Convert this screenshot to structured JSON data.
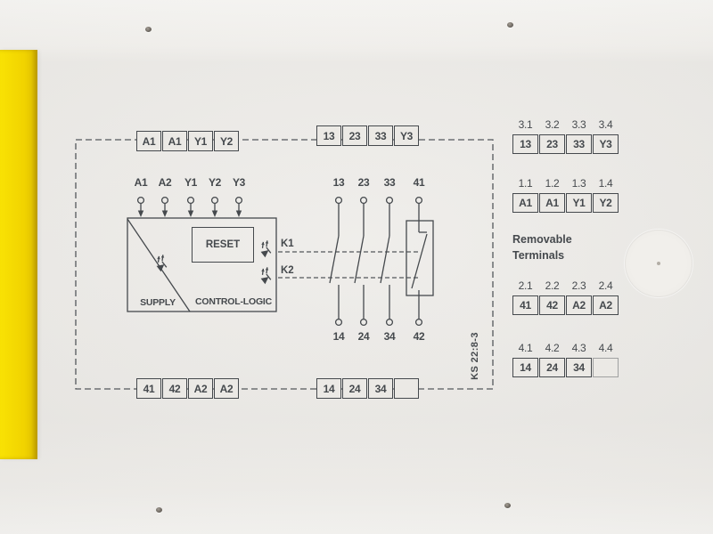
{
  "labels": {
    "supply": "SUPPLY",
    "reset": "RESET",
    "control_logic": "CONTROL-LOGIC",
    "k1": "K1",
    "k2": "K2",
    "model": "KS 22:8-3",
    "removable_line1": "Removable",
    "removable_line2": "Terminals"
  },
  "inputs": [
    "A1",
    "A2",
    "Y1",
    "Y2",
    "Y3"
  ],
  "contacts_top": [
    "13",
    "23",
    "33",
    "41"
  ],
  "contacts_bottom": [
    "14",
    "24",
    "34",
    "42"
  ],
  "blocks": {
    "top_left": [
      "A1",
      "A1",
      "Y1",
      "Y2"
    ],
    "top_middle": [
      "13",
      "23",
      "33",
      "Y3"
    ],
    "bottom_left": [
      "41",
      "42",
      "A2",
      "A2"
    ],
    "bottom_middle": [
      "14",
      "24",
      "34",
      ""
    ]
  },
  "terminal_map": [
    {
      "indices": [
        "3.1",
        "3.2",
        "3.3",
        "3.4"
      ],
      "terminals": [
        "13",
        "23",
        "33",
        "Y3"
      ]
    },
    {
      "indices": [
        "1.1",
        "1.2",
        "1.3",
        "1.4"
      ],
      "terminals": [
        "A1",
        "A1",
        "Y1",
        "Y2"
      ]
    },
    {
      "indices": [
        "2.1",
        "2.2",
        "2.3",
        "2.4"
      ],
      "terminals": [
        "41",
        "42",
        "A2",
        "A2"
      ]
    },
    {
      "indices": [
        "4.1",
        "4.2",
        "4.3",
        "4.4"
      ],
      "terminals": [
        "14",
        "24",
        "34",
        ""
      ]
    }
  ],
  "colors": {
    "housing_yellow": "#f1d300",
    "panel": "#ebe9e5",
    "ink": "#45494d"
  }
}
